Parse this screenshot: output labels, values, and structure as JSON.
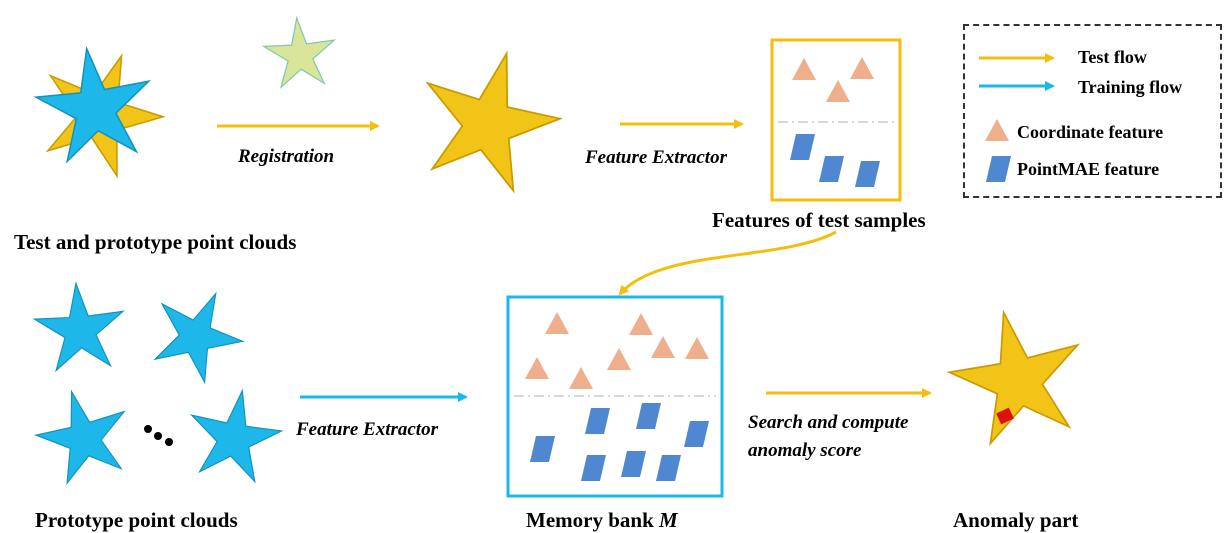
{
  "captions": {
    "test_prototype": "Test and prototype point clouds",
    "features_test": "Features of test samples",
    "prototype_clouds": "Prototype point clouds",
    "memory_bank_prefix": "Memory bank ",
    "memory_bank_symbol": "M",
    "anomaly_part": "Anomaly part"
  },
  "flow_labels": {
    "registration": "Registration",
    "feature_extractor_top": "Feature Extractor",
    "feature_extractor_bottom": "Feature Extractor",
    "search_line1": "Search and compute",
    "search_line2": "anomaly score"
  },
  "legend": {
    "test_flow": "Test flow",
    "training_flow": "Training flow",
    "coordinate_feature": "Coordinate feature",
    "pointmae_feature": "PointMAE feature"
  },
  "colors": {
    "test_flow": "#F5BE0F",
    "training_flow": "#19B8E8",
    "starfish_yellow": "#F2C418",
    "starfish_blue": "#1DB7EA",
    "coordinate_feature": "#EFAE8C",
    "pointmae_feature": "#4F88D0",
    "anomaly": "#E01010"
  }
}
